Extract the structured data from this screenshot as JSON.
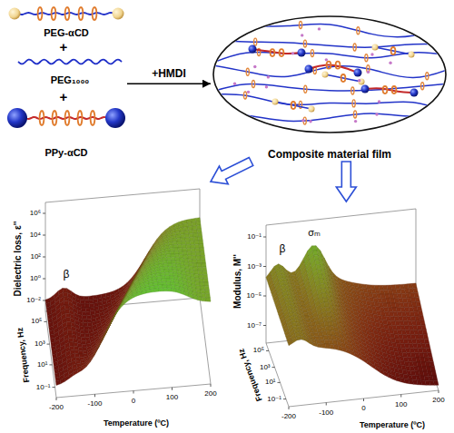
{
  "diagram": {
    "nodes": [
      {
        "text": [
          "PEG-αCD"
        ]
      },
      {
        "text": [
          "PEG₁₀₀₀"
        ]
      },
      {
        "text": [
          "PPy-αCD"
        ]
      },
      {
        "text": [
          "Composite material film"
        ]
      },
      {
        "text": [
          "Dielectric loss, ε''"
        ]
      },
      {
        "text": [
          "Modulus, M''"
        ]
      }
    ],
    "edges": [
      {
        "from": 1,
        "to": 3,
        "label": "+HMDI",
        "arrow": "to"
      },
      {
        "from": 3,
        "to": 4,
        "arrow": "to"
      },
      {
        "from": 3,
        "to": 5,
        "arrow": "to"
      }
    ],
    "labels": [
      "+",
      "+",
      "β",
      "10⁻²",
      "10⁰",
      "10²",
      "10⁴",
      "10⁶",
      "Frequency, Hz",
      "10⁻¹",
      "10¹",
      "10³",
      "10⁵",
      "-200",
      "-100",
      "0",
      "100",
      "200",
      "Temperature (ºC)",
      "β",
      "σₘ",
      "10⁻⁷",
      "10⁻⁵",
      "10⁻³",
      "10⁻¹",
      "Frequency, Hz",
      "10⁻¹",
      "10¹",
      "10³",
      "10⁵",
      "-200",
      "-100",
      "0",
      "100",
      "200",
      "Temperature (ºC)"
    ]
  }
}
